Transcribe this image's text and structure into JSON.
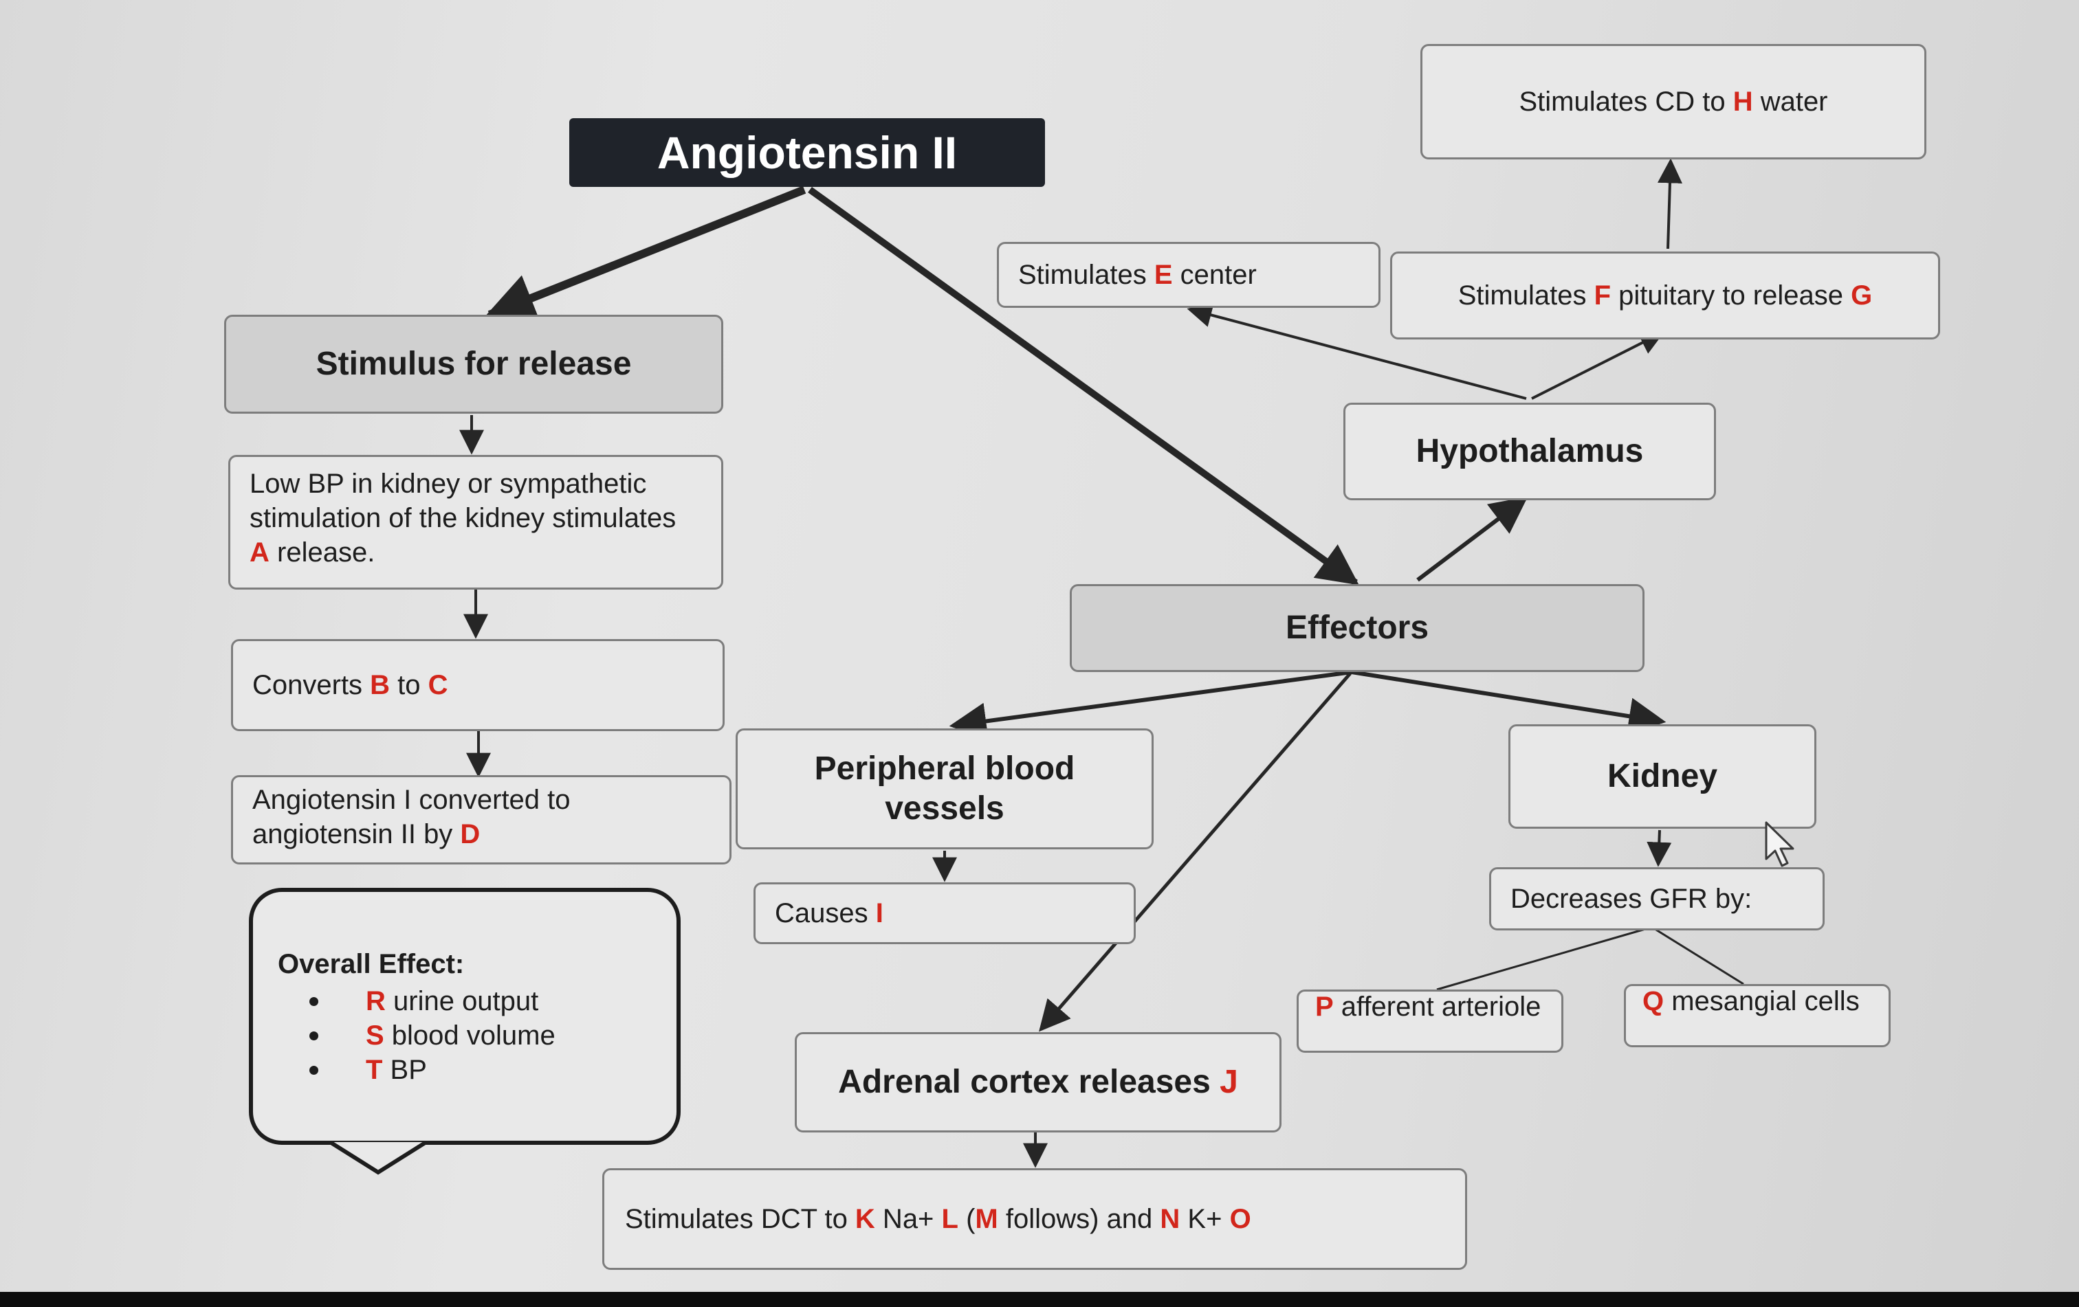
{
  "title": "Angiotensin II",
  "left": {
    "stimulus": "Stimulus for release",
    "low_bp": {
      "pre": "Low BP in kidney or sympathetic stimulation of the kidney stimulates ",
      "letter": "A",
      "post": " release."
    },
    "converts": {
      "pre": "Converts ",
      "l1": "B",
      "mid": " to ",
      "l2": "C"
    },
    "ang1": {
      "pre": "Angiotensin I converted to angiotensin II by ",
      "letter": "D"
    }
  },
  "overall": {
    "heading": "Overall Effect:",
    "items": [
      {
        "letter": "R",
        "text": " urine output"
      },
      {
        "letter": "S",
        "text": " blood volume"
      },
      {
        "letter": "T",
        "text": " BP"
      }
    ]
  },
  "top_right": {
    "cd": {
      "pre": "Stimulates CD to ",
      "letter": "H",
      "post": " water"
    },
    "e_center": {
      "pre": "Stimulates ",
      "letter": "E",
      "post": " center"
    },
    "pituitary": {
      "pre": "Stimulates ",
      "l1": "F",
      "mid": " pituitary to release ",
      "l2": "G"
    },
    "hypothalamus": "Hypothalamus"
  },
  "effectors": "Effectors",
  "peripheral": {
    "title": "Peripheral blood vessels",
    "causes": {
      "pre": "Causes ",
      "letter": "I"
    }
  },
  "kidney": {
    "title": "Kidney",
    "gfr": "Decreases GFR by:",
    "p": {
      "letter": "P",
      "text": " afferent arteriole"
    },
    "q": {
      "letter": "Q",
      "text": " mesangial cells"
    }
  },
  "adrenal": {
    "title": {
      "pre": "Adrenal cortex releases ",
      "letter": "J"
    },
    "dct": {
      "pre": "Stimulates DCT to ",
      "k": "K",
      "mid1": " Na+ ",
      "l": "L",
      "mid2": " (",
      "m": "M",
      "mid3": " follows) and ",
      "n": "N",
      "mid4": " K+ ",
      "o": "O"
    }
  },
  "colors": {
    "letter": "#d2261b",
    "title_bg": "#1f232a",
    "box_grey": "#d0d0d0",
    "box_light": "#e8e8e8"
  }
}
